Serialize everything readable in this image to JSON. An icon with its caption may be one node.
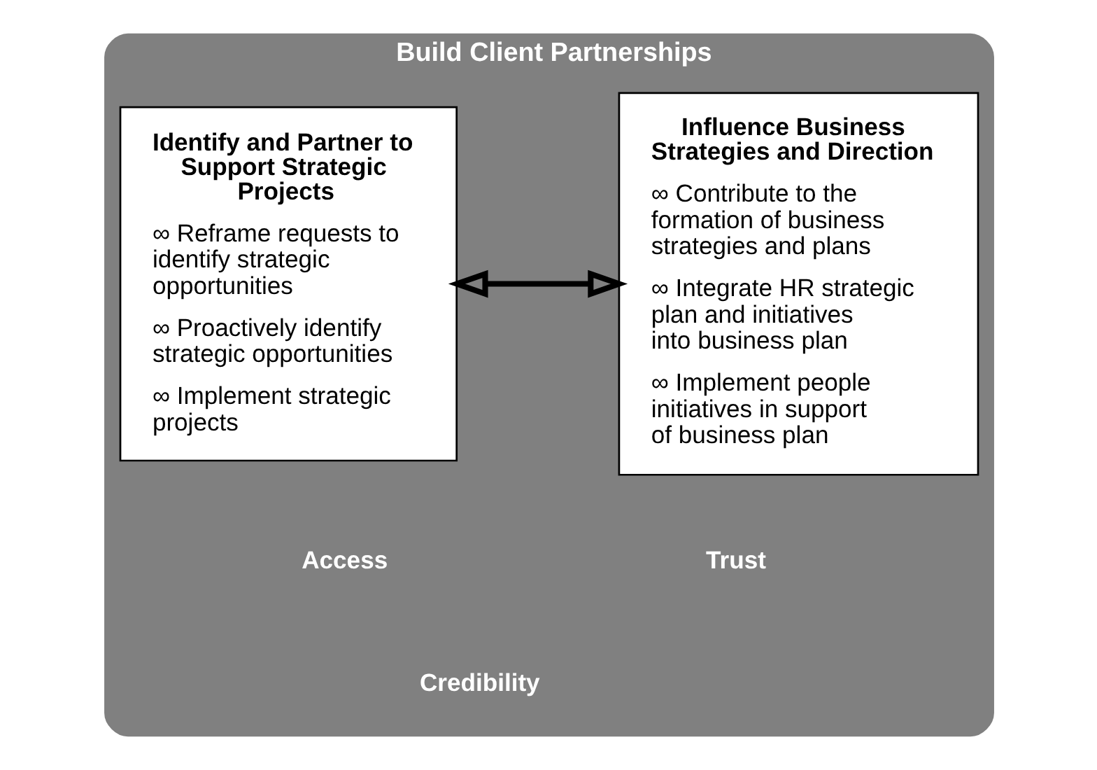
{
  "diagram": {
    "nodes": [
      {
        "text": [
          "Build Client Partnerships"
        ]
      },
      {
        "text": [
          "Identify and Partner to Support Strategic Projects",
          "∞ Reframe requests to identify strategic opportunities",
          "∞ Proactively identify strategic opportunities",
          "∞ Implement strategic projects"
        ],
        "in": 0
      },
      {
        "text": [
          "Influence Business Strategies and Direction",
          "∞ Contribute to the formation of business strategies and plans",
          "∞ Integrate HR strategic plan and initiatives into business plan",
          "∞ Implement people initiatives in support of business plan"
        ],
        "in": 0
      }
    ],
    "edges": [
      {
        "from": 1,
        "to": 2,
        "arrow": "both"
      }
    ],
    "labels": [
      "Access",
      "Trust",
      "Credibility"
    ]
  }
}
